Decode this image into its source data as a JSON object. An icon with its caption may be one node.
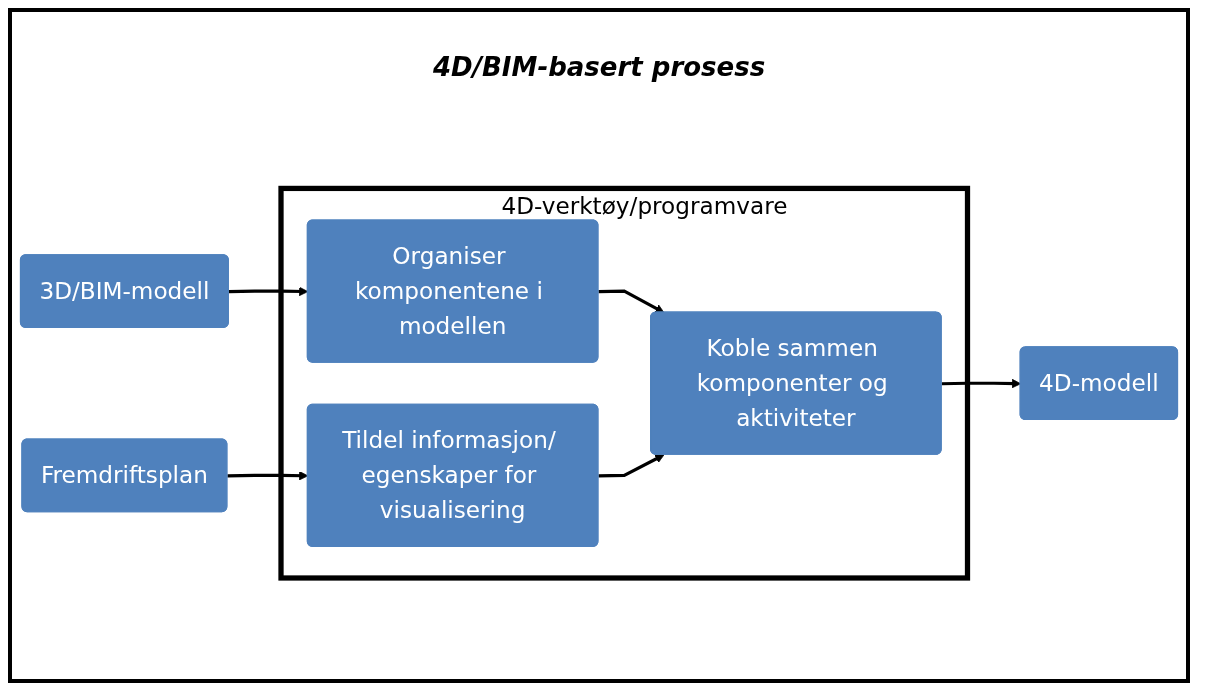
{
  "diagram": {
    "title": "4D/BIM-basert prosess",
    "nodes": [
      {
        "text": [
          "3D/BIM-modell"
        ]
      },
      {
        "text": [
          "Fremdriftsplan"
        ]
      },
      {
        "text": [
          "4D-verktøy/programvare"
        ]
      },
      {
        "text": [
          "Organiser komponentene i modellen"
        ],
        "in": 2
      },
      {
        "text": [
          "Tildel informasjon/ egenskaper for visualisering"
        ],
        "in": 2
      },
      {
        "text": [
          "Koble sammen komponenter og aktiviteter"
        ],
        "in": 2
      },
      {
        "text": [
          "4D-modell"
        ]
      }
    ],
    "edges": [
      {
        "from": 0,
        "to": 3,
        "arrow": "to"
      },
      {
        "from": 1,
        "to": 4,
        "arrow": "to"
      },
      {
        "from": 3,
        "to": 5,
        "arrow": "to"
      },
      {
        "from": 4,
        "to": 5,
        "arrow": "to"
      },
      {
        "from": 5,
        "to": 6,
        "arrow": "to"
      }
    ]
  }
}
